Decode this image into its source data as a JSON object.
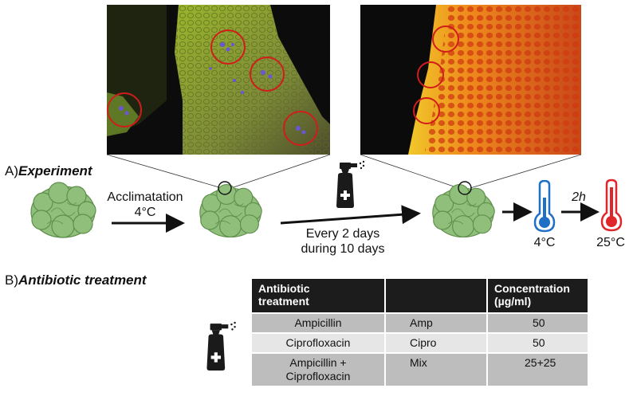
{
  "panel_a": {
    "prefix": "A)",
    "title": "Experiment"
  },
  "panel_b": {
    "prefix": "B)",
    "title": "Antibiotic treatment"
  },
  "step1_label": [
    "Acclimatation",
    "4°C"
  ],
  "step2_label": [
    "Every 2 days",
    "during 10 days"
  ],
  "heat_time": "2h",
  "temp_cold": "4°C",
  "temp_hot": "25°C",
  "table": {
    "headers": [
      "Antibiotic\ntreatment",
      "",
      "Concentration\n(µg/ml)"
    ],
    "rows": [
      [
        "Ampicillin",
        "Amp",
        "50"
      ],
      [
        "Ciprofloxacin",
        "Cipro",
        "50"
      ],
      [
        "Ampicillin +\nCiprofloxacin",
        "Mix",
        "25+25"
      ]
    ]
  },
  "colors": {
    "coral": "#8fbf7a",
    "cold": "#1f6fc7",
    "hot": "#e0262b",
    "table_header": "#1c1c1c",
    "circle": "#d11c1c"
  }
}
